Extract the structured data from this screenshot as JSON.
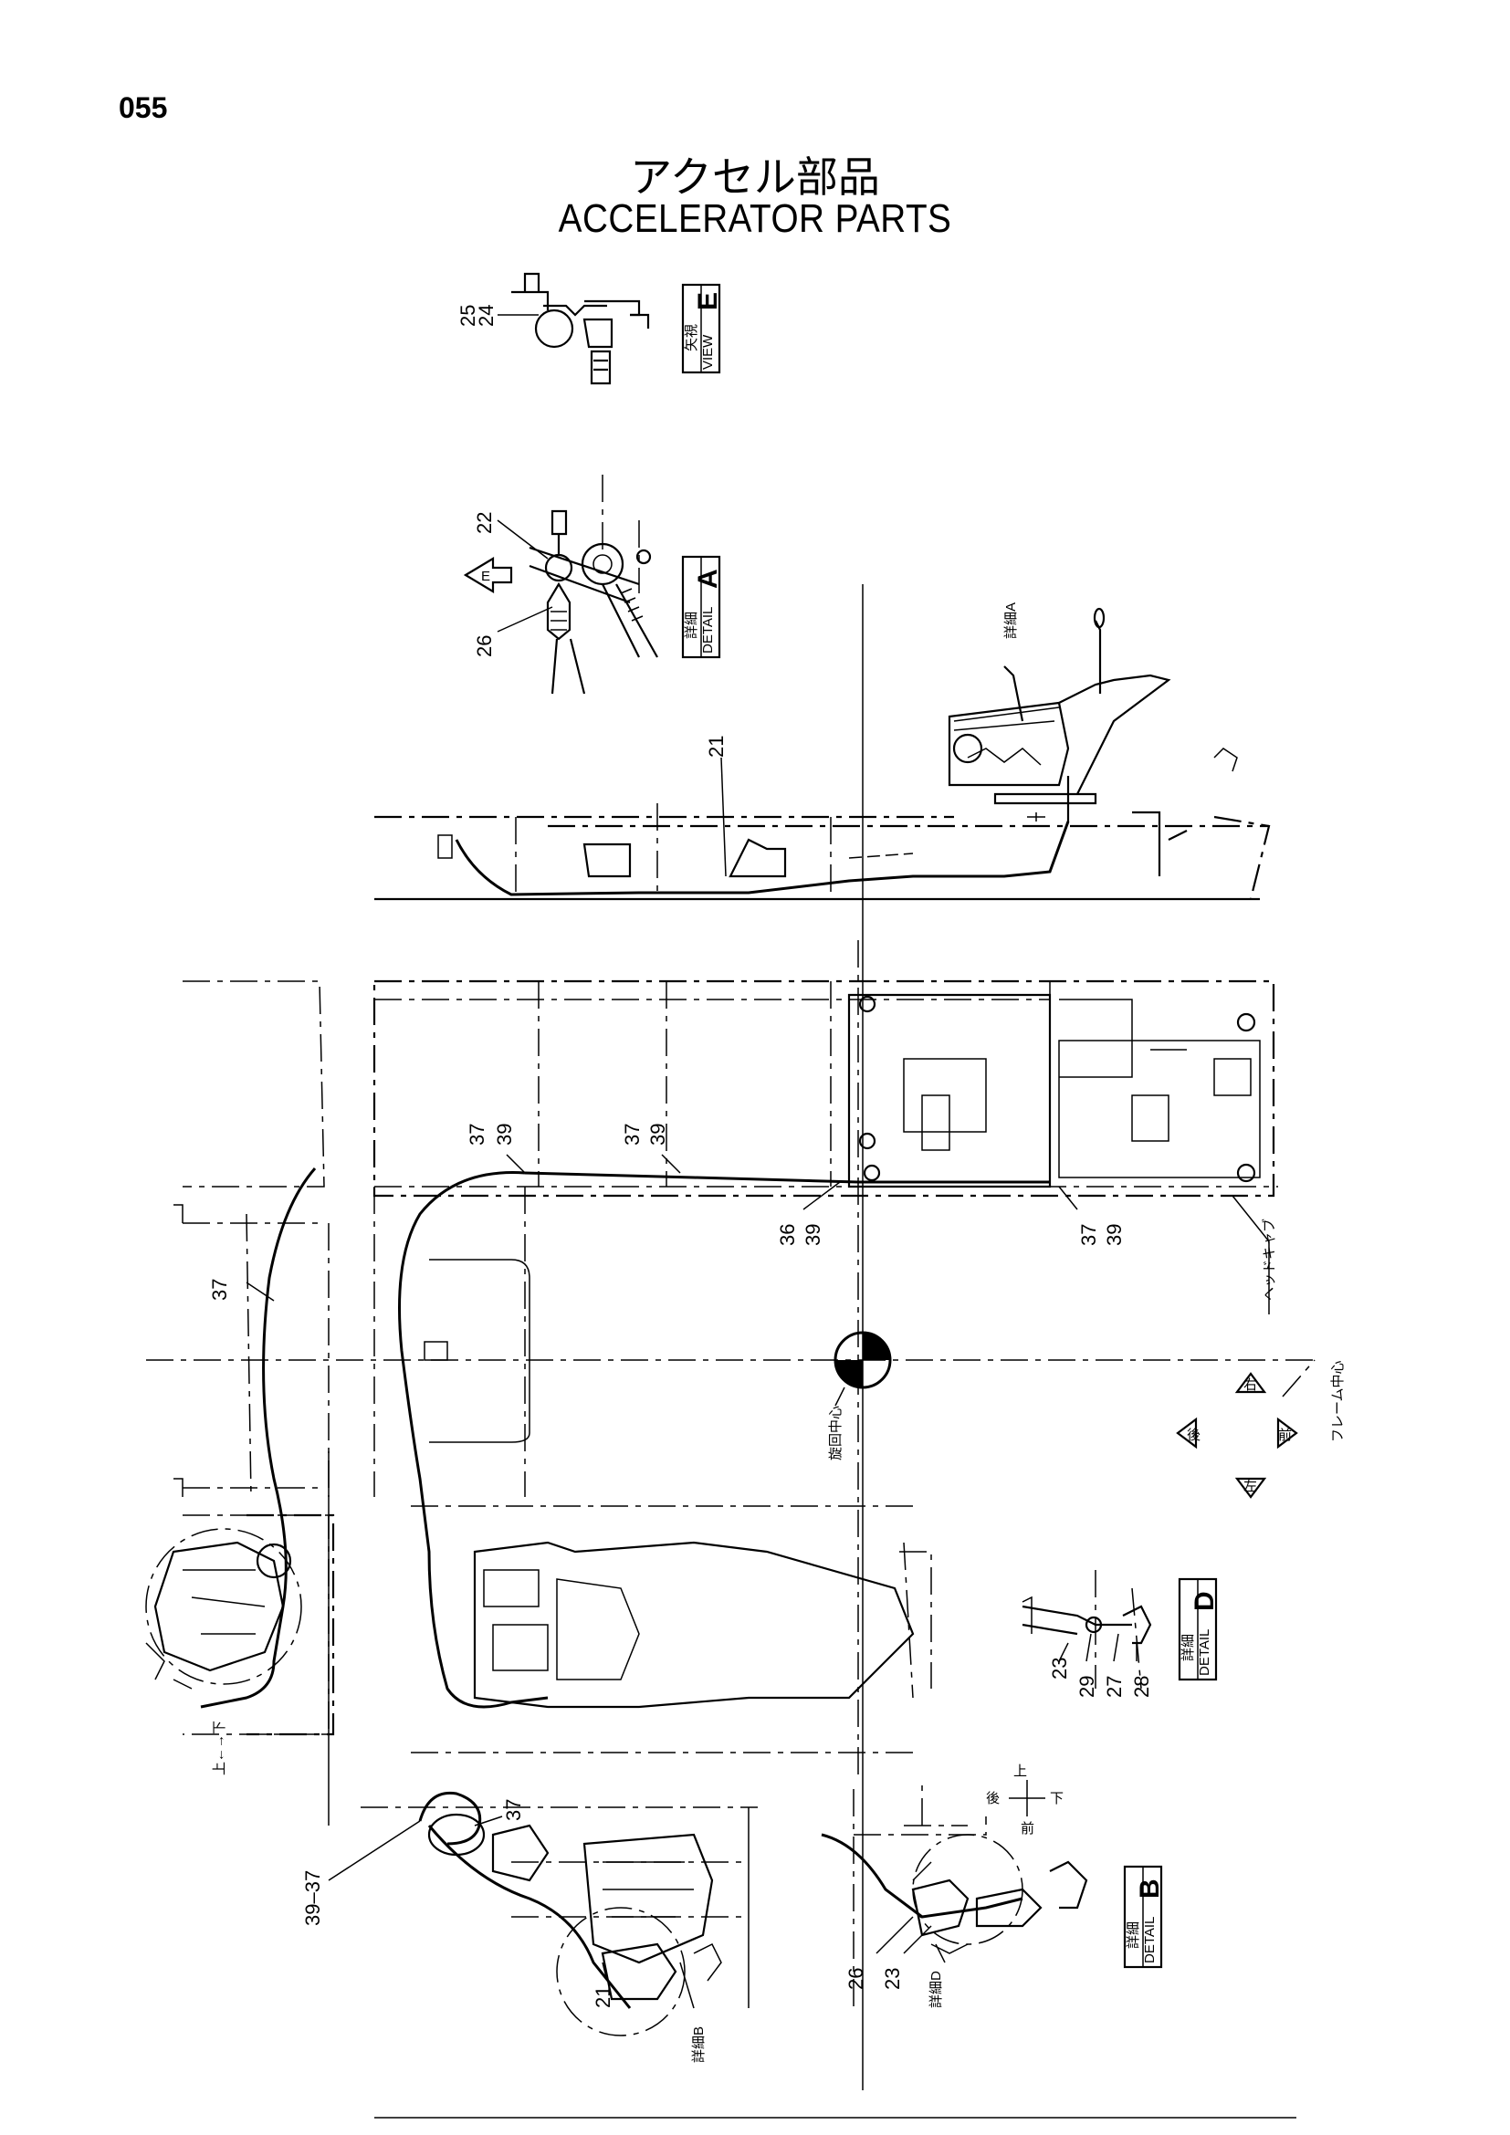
{
  "page": {
    "number": "055"
  },
  "title": {
    "japanese": "アクセル部品",
    "english": "ACCELERATOR PARTS"
  },
  "views": {
    "view_e": {
      "jp": "矢視",
      "en": "VIEW",
      "letter": "E"
    },
    "detail_a": {
      "jp": "詳細",
      "en": "DETAIL",
      "letter": "A"
    },
    "detail_d": {
      "jp": "詳細",
      "en": "DETAIL",
      "letter": "D"
    },
    "detail_b": {
      "jp": "詳細",
      "en": "DETAIL",
      "letter": "B"
    }
  },
  "callouts": {
    "c25": "25",
    "c24": "24",
    "c22": "22",
    "c26a": "26",
    "c21_top": "21",
    "c37_a": "37",
    "c39_a": "39",
    "c37_b": "37",
    "c39_b": "39",
    "c36": "36",
    "c39_c": "39",
    "c37_c": "37",
    "c39_d": "39",
    "c37_d": "37",
    "c23_d": "23",
    "c29": "29",
    "c27": "27",
    "c28": "28",
    "c39_37": "39–37",
    "c37_e": "37",
    "c21_b": "21",
    "c26_b": "26",
    "c23_b": "23"
  },
  "labels": {
    "detail_a_ref": "詳細A",
    "detail_b_ref": "詳細B",
    "detail_d_ref": "詳細D",
    "swing_center": "旋回中心",
    "frame_center": "フレーム中心",
    "head_cab": "ヘッドキャブ",
    "direction": {
      "right": "右",
      "front": "前",
      "rear": "後",
      "left": "左"
    },
    "updown": "上←→下",
    "compass": {
      "up": "上",
      "down": "下",
      "rear": "後",
      "front": "前"
    }
  }
}
